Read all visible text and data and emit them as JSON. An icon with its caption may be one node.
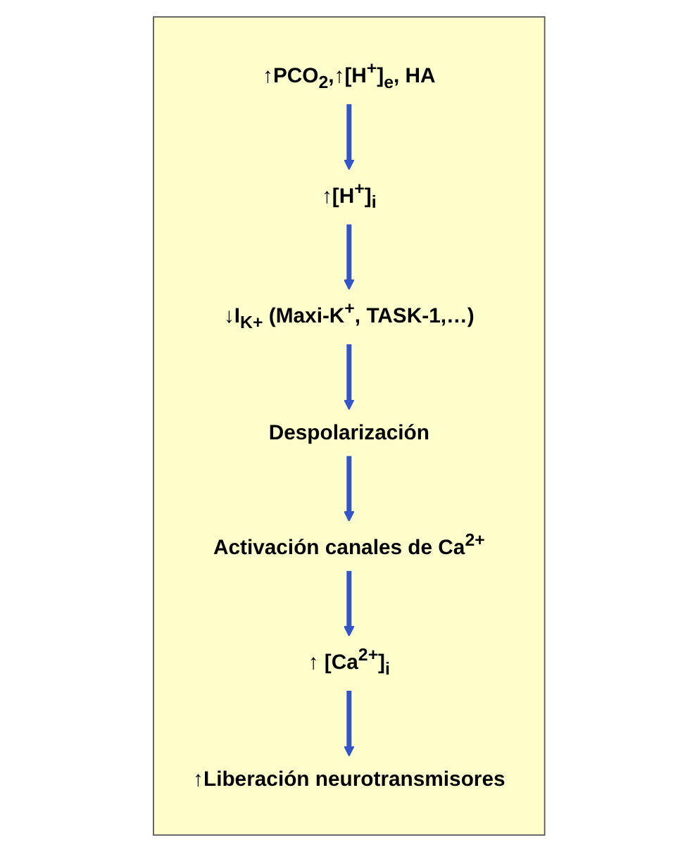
{
  "diagram": {
    "nodes": [
      {
        "text": [],
        "shape": "box"
      },
      {
        "text": [
          "↑PCO$_{2}$,↑[H$^{+}$]$_{e}$, HA"
        ],
        "in": 0
      },
      {
        "text": [
          "↑[H$^{+}$]$_{i}$"
        ],
        "in": 0
      },
      {
        "text": [
          "↓I$_{K+}$ (Maxi-K$^{+}$, TASK-1,…)"
        ],
        "in": 0
      },
      {
        "text": [
          "Despolarización"
        ],
        "in": 0
      },
      {
        "text": [
          "Activación canales de Ca$^{2+}$"
        ],
        "in": 0
      },
      {
        "text": [
          "↑ [Ca$^{2+}$]$_{i}$"
        ],
        "in": 0
      },
      {
        "text": [
          "↑Liberación neurotransmisores"
        ],
        "in": 0
      }
    ],
    "edges": [
      {
        "from": 1,
        "to": 2,
        "arrow": "to"
      },
      {
        "from": 2,
        "to": 3,
        "arrow": "to"
      },
      {
        "from": 3,
        "to": 4,
        "arrow": "to"
      },
      {
        "from": 4,
        "to": 5,
        "arrow": "to"
      },
      {
        "from": 5,
        "to": 6,
        "arrow": "to"
      },
      {
        "from": 6,
        "to": 7,
        "arrow": "to"
      }
    ]
  }
}
